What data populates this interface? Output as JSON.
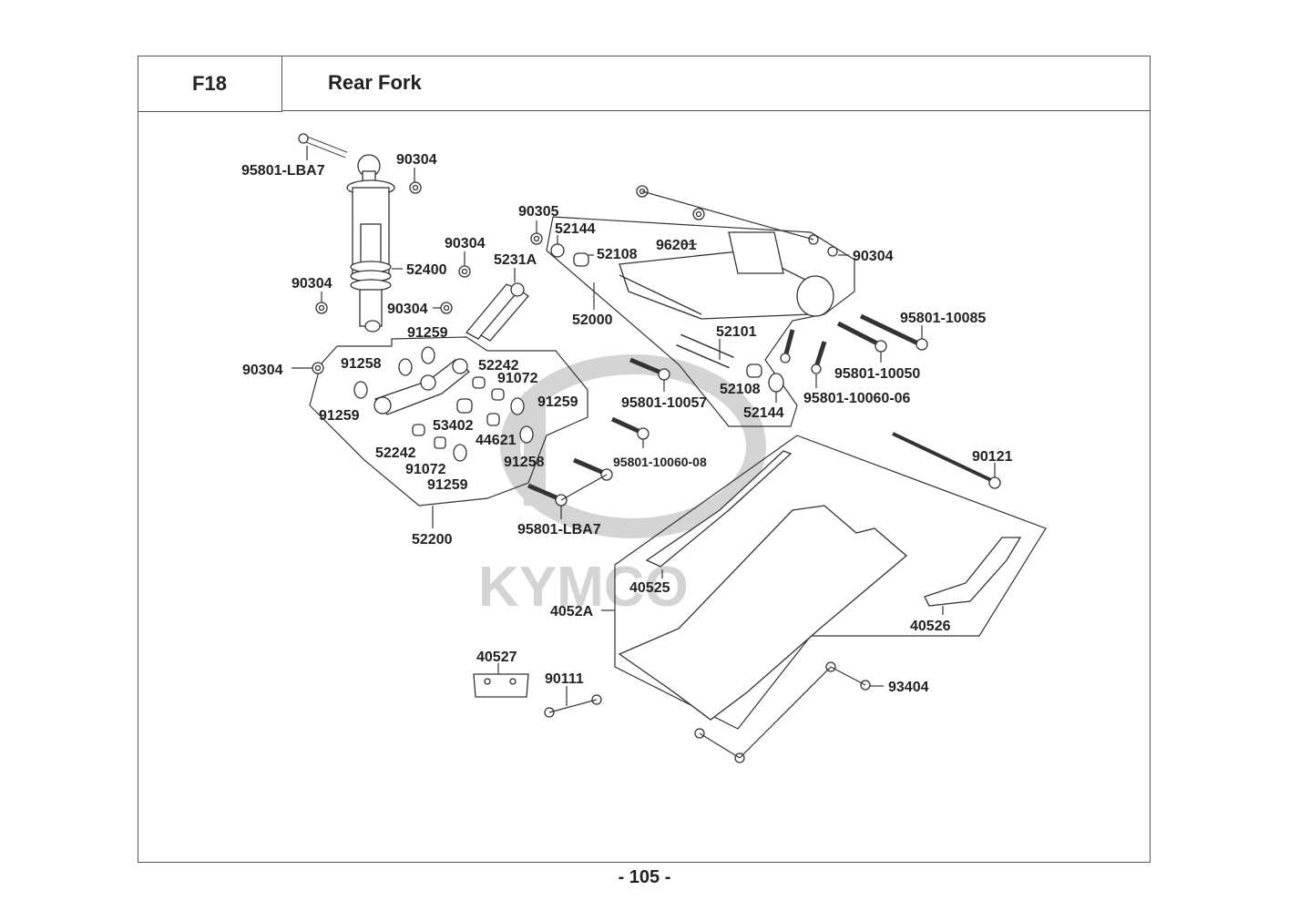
{
  "header": {
    "section_code": "F18",
    "title": "Rear Fork"
  },
  "watermark": {
    "brand": "KYMCO"
  },
  "footer": {
    "page_number": "- 105 -"
  },
  "parts": [
    {
      "id": "bolt-top",
      "label": "95801-LBA7"
    },
    {
      "id": "nut-a",
      "label": "90304"
    },
    {
      "id": "shock",
      "label": "52400"
    },
    {
      "id": "nut-b",
      "label": "90304"
    },
    {
      "id": "link-rod",
      "label": "5231A"
    },
    {
      "id": "nut-c",
      "label": "90304"
    },
    {
      "id": "nut-d",
      "label": "90304"
    },
    {
      "id": "nut-e",
      "label": "90304"
    },
    {
      "id": "nut-f",
      "label": "90305"
    },
    {
      "id": "bush-top",
      "label": "52144"
    },
    {
      "id": "collar-top",
      "label": "52108"
    },
    {
      "id": "clip",
      "label": "96201"
    },
    {
      "id": "nut-g",
      "label": "90304"
    },
    {
      "id": "rear-fork",
      "label": "52000"
    },
    {
      "id": "pipe",
      "label": "52101"
    },
    {
      "id": "collar-btm",
      "label": "52108"
    },
    {
      "id": "bush-btm",
      "label": "52144"
    },
    {
      "id": "bolt-10085",
      "label": "95801-10085"
    },
    {
      "id": "bolt-10050",
      "label": "95801-10050"
    },
    {
      "id": "bolt-10060-06",
      "label": "95801-10060-06"
    },
    {
      "id": "bolt-10057",
      "label": "95801-10057"
    },
    {
      "id": "bolt-10060-08",
      "label": "95801-10060-08"
    },
    {
      "id": "bolt-lba7-b",
      "label": "95801-LBA7"
    },
    {
      "id": "oring-a",
      "label": "91259"
    },
    {
      "id": "oring-b",
      "label": "91258"
    },
    {
      "id": "oring-c",
      "label": "91259"
    },
    {
      "id": "collar-52242-a",
      "label": "52242"
    },
    {
      "id": "bearing-a",
      "label": "91072"
    },
    {
      "id": "oring-d",
      "label": "91259"
    },
    {
      "id": "bush-53402",
      "label": "53402"
    },
    {
      "id": "collar-44621",
      "label": "44621"
    },
    {
      "id": "oring-e",
      "label": "91258"
    },
    {
      "id": "collar-52242-b",
      "label": "52242"
    },
    {
      "id": "bearing-b",
      "label": "91072"
    },
    {
      "id": "oring-f",
      "label": "91259"
    },
    {
      "id": "cushion-arm",
      "label": "52200"
    },
    {
      "id": "axle-bolt",
      "label": "90121"
    },
    {
      "id": "strip-left",
      "label": "40525"
    },
    {
      "id": "cover",
      "label": "4052A"
    },
    {
      "id": "strip-right",
      "label": "40526"
    },
    {
      "id": "bracket",
      "label": "40527"
    },
    {
      "id": "screw-90111",
      "label": "90111"
    },
    {
      "id": "bolt-93404",
      "label": "93404"
    }
  ]
}
